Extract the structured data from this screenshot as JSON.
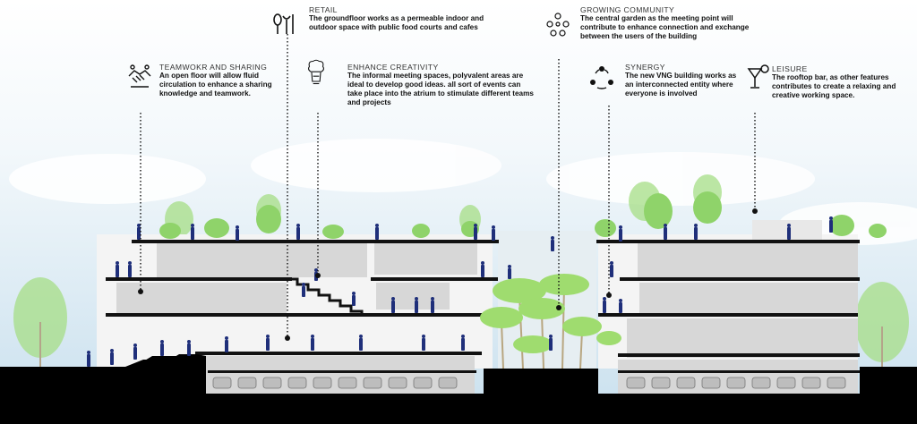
{
  "annotations": [
    {
      "id": "retail",
      "title": "RETAIL",
      "text": "The groundfloor works as a permeable indoor and outdoor space with public food courts and cafes",
      "icon": "food-cutlery-icon"
    },
    {
      "id": "teamwork",
      "title": "TEAMWOKR AND SHARING",
      "text": "An open floor will allow fluid circulation to enhance a sharing knowledge and teamwork.",
      "icon": "handshake-icon"
    },
    {
      "id": "creativity",
      "title": "ENHANCE CREATIVITY",
      "text": "The informal meeting spaces, polyvalent areas are ideal to develop good ideas. all sort of events can take place into the atrium to stimulate different teams and projects",
      "icon": "lightbulb-brain-icon"
    },
    {
      "id": "community",
      "title": "GROWING COMMUNITY",
      "text": "The central garden as the meeting point will contribute to enhance connection and exchange between the users of the building",
      "icon": "community-network-icon"
    },
    {
      "id": "synergy",
      "title": "SYNERGY",
      "text": "The new VNG building works as an interconnected entity where everyone is involved",
      "icon": "people-cycle-icon"
    },
    {
      "id": "leisure",
      "title": "LEISURE",
      "text": "The rooftop bar, as other features contributes to create a relaxing and creative working space.",
      "icon": "cocktail-icon"
    }
  ],
  "colors": {
    "sky_top": "#ffffff",
    "sky_bottom": "#cfe4f1",
    "ground": "#000000",
    "slab": "#111111",
    "wall": "#d9d9d9",
    "people": "#1f2f7a",
    "tree": "#8fd36a"
  }
}
